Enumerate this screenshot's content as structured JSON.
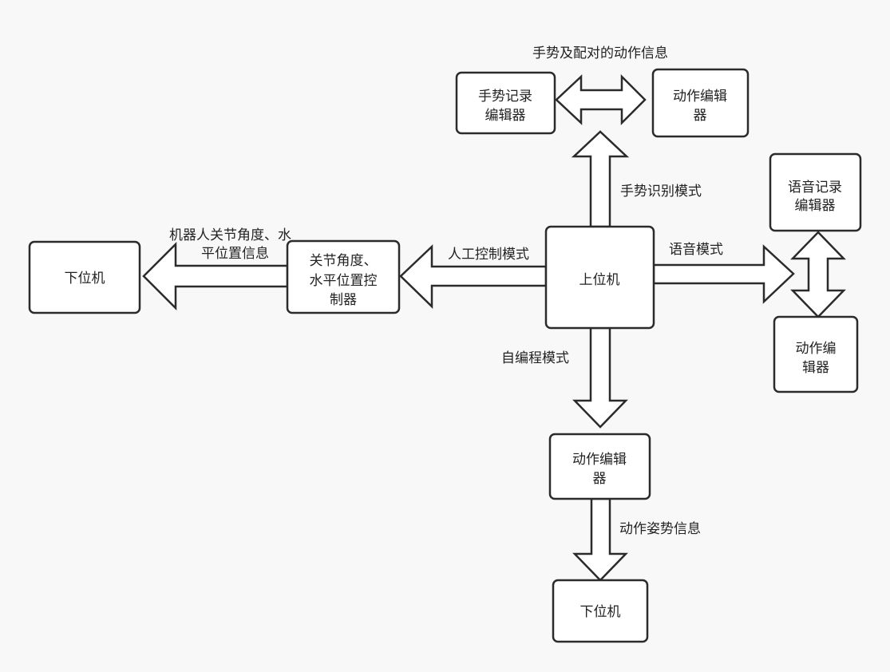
{
  "diagram": {
    "nodes": {
      "host": {
        "lines": [
          "上位机"
        ]
      },
      "gesture_editor": {
        "lines": [
          "手势记录",
          "编辑器"
        ]
      },
      "action_editor_top": {
        "lines": [
          "动作编辑",
          "器"
        ]
      },
      "voice_editor": {
        "lines": [
          "语音记录",
          "编辑器"
        ]
      },
      "action_editor_right": {
        "lines": [
          "动作编",
          "辑器"
        ]
      },
      "joint_controller": {
        "lines": [
          "关节角度、",
          "水平位置控",
          "制器"
        ]
      },
      "slave_left": {
        "lines": [
          "下位机"
        ]
      },
      "action_editor_bottom": {
        "lines": [
          "动作编辑",
          "器"
        ]
      },
      "slave_bottom": {
        "lines": [
          "下位机"
        ]
      }
    },
    "edge_labels": {
      "gesture_pair_info": "手势及配对的动作信息",
      "gesture_mode": "手势识别模式",
      "voice_mode": "语音模式",
      "manual_mode": "人工控制模式",
      "joint_info_line1": "机器人关节角度、水",
      "joint_info_line2": "平位置信息",
      "self_program_mode": "自编程模式",
      "pose_info": "动作姿势信息"
    }
  }
}
